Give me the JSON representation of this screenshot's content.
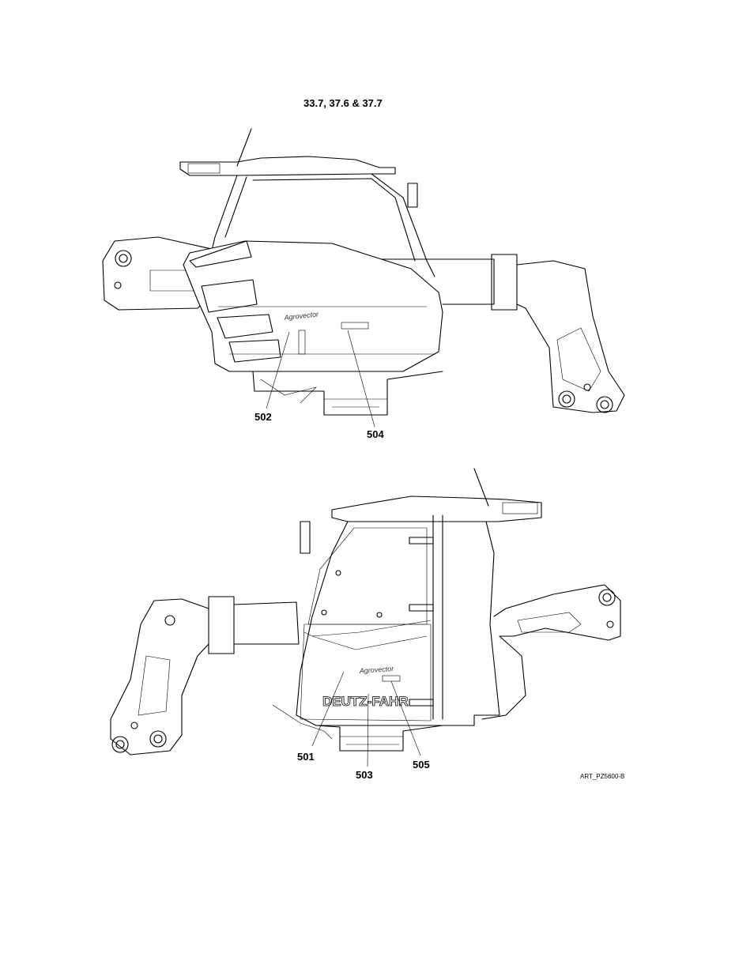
{
  "title": "33.7, 37.6 & 37.7",
  "art_reference": "ART_PZ5600-B",
  "top_view": {
    "decal_brand": "Agrovector",
    "callouts": [
      "502",
      "504"
    ]
  },
  "bottom_view": {
    "decal_brand": "Agrovector",
    "decal_logo": "DEUTZ-FAHR",
    "callouts": [
      "501",
      "503",
      "505"
    ]
  }
}
